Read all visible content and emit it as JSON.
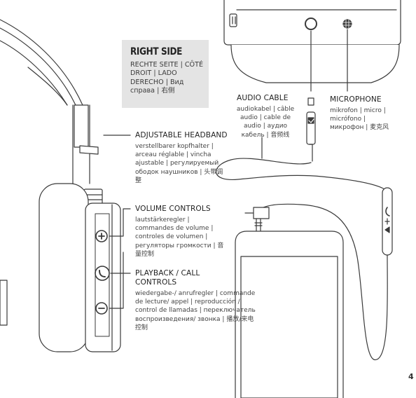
{
  "side": {
    "title": "RIGHT SIDE",
    "subtitle": "RECHTE SEITE | CÔTÉ DROIT | LADO DERECHO | Вид справа | 右侧"
  },
  "headband": {
    "title": "ADJUSTABLE HEADBAND",
    "subtitle": "verstellbarer kopfhalter | arceau réglable | vincha ajustable | регулируемый ободок наушников | 头带调整"
  },
  "volume": {
    "title": "VOLUME CONTROLS",
    "subtitle": "lautstärkeregler | commandes de volume | controles de volumen | регуляторы громкости | 音量控制"
  },
  "playback": {
    "title": "PLAYBACK / CALL CONTROLS",
    "subtitle": "wiedergabe-/ anrufregler | commande de lecture/ appel | reproducción / control de llamadas | переключатель воспроизведения/ звонка | 播放/来电控制"
  },
  "audio_cable": {
    "title": "AUDIO CABLE",
    "subtitle": "audiokabel | câble audio | cable de audio | аудио кабель | 音频线"
  },
  "microphone": {
    "title": "MICROPHONE",
    "subtitle": "mikrofon | micro | micrófono | микрофон | 麦克风"
  },
  "page_number": "4",
  "icons": [
    "volume-up-icon",
    "call-icon",
    "volume-down-icon",
    "microphone-grille-icon",
    "audio-jack-icon",
    "inline-remote-icon"
  ]
}
